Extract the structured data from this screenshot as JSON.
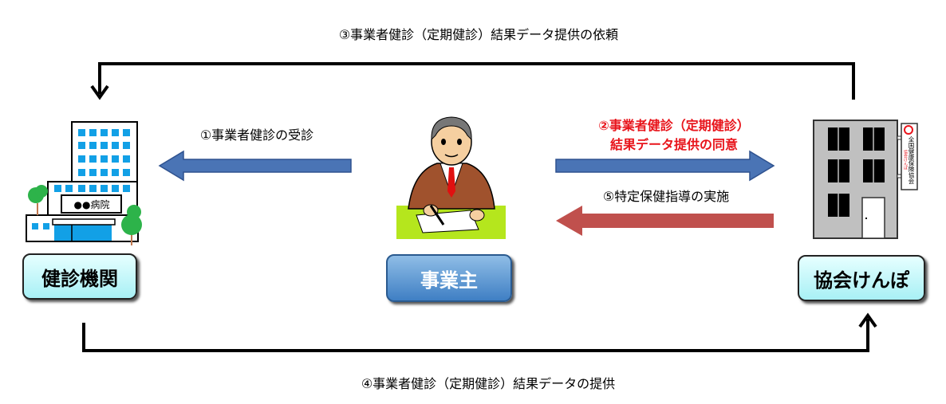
{
  "labels": {
    "step3": "③事業者健診（定期健診）結果データ提供の依頼",
    "step1": "①事業者健診の受診",
    "step2_line1": "②事業者健診（定期健診）",
    "step2_line2": "結果データ提供の同意",
    "step5": "⑤特定保健指導の実施",
    "step4": "④事業者健診（定期健診）結果データの提供"
  },
  "nodes": {
    "hospital": "健診機関",
    "employer": "事業主",
    "kyokai": "協会けんぽ"
  },
  "hospital_sign": "●●病院",
  "kyokai_sign": {
    "main": "全国健康保険協会",
    "sub": "協会けんぽ"
  },
  "colors": {
    "blue_arrow": "#4a74b5",
    "red_arrow": "#c0504d",
    "red_text": "#e8141b",
    "employer_box": "#3f7fc4",
    "label_box": "#a8f0f5"
  }
}
